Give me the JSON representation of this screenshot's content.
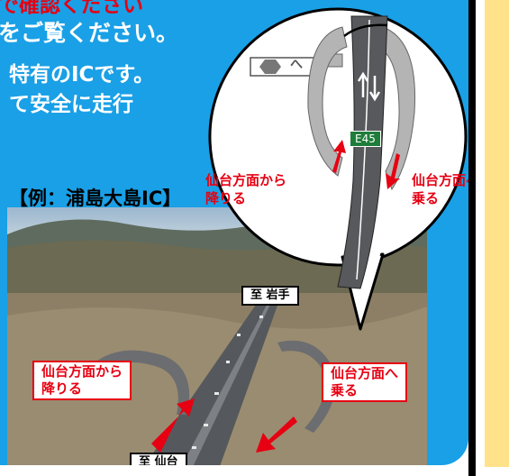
{
  "header": {
    "line1": "で確認ください",
    "line2": "をご覧ください。",
    "line3": "特有のICです。",
    "line4": "て安全に走行"
  },
  "example_label": "【例：浦島大島IC】",
  "photo": {
    "to_north": "至 岩手",
    "to_south": "至 仙台",
    "exit_label": "仙台方面から\n降りる",
    "enter_label": "仙台方面へ\n乗る"
  },
  "zoom": {
    "route_badge": "E45",
    "exit_label": "仙台方面から\n降りる",
    "enter_label": "仙台方面へ\n乗る",
    "sign_glyph": "へ"
  },
  "colors": {
    "panel": "#1aa0e6",
    "accent_red": "#e60012",
    "side_yellow": "#ffe28a",
    "route_green": "#1e7d3a"
  }
}
